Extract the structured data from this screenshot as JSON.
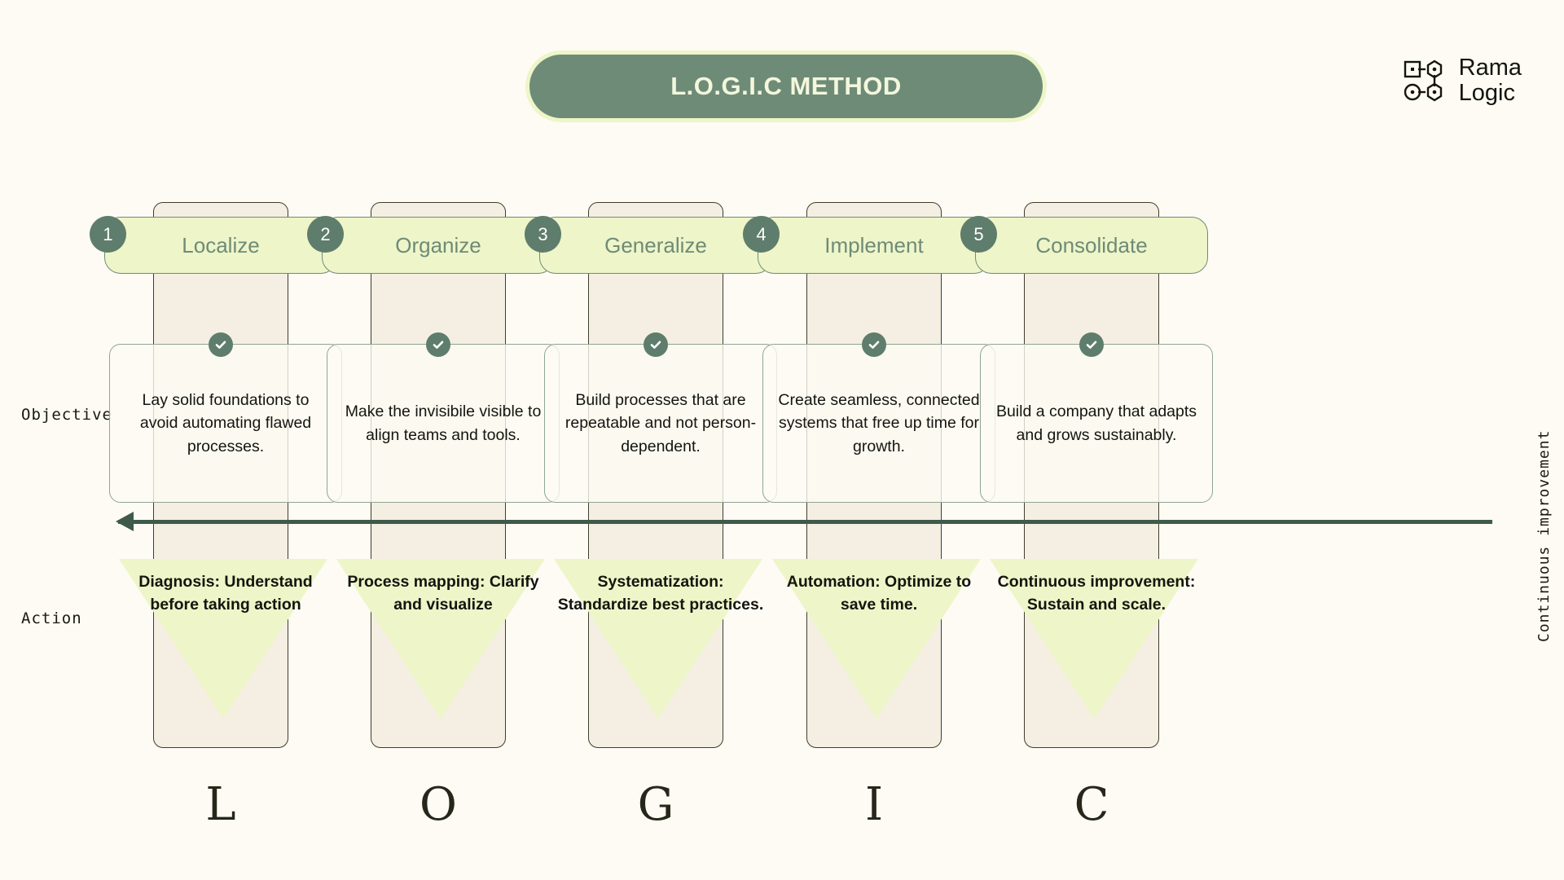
{
  "header": {
    "title": "L.O.G.I.C METHOD",
    "logo": {
      "line1": "Rama",
      "line2": "Logic",
      "icon": "node-graph-icon"
    }
  },
  "row_labels": {
    "objective": "Objective",
    "action": "Action"
  },
  "side_label": {
    "continuous_improvement": "Continuous improvement"
  },
  "colors": {
    "background": "#fdfbf4",
    "title_pill": "#6e8b78",
    "title_pill_border": "#eef5c8",
    "accent_green": "#5f7d6c",
    "accent_lime": "#eef5c8",
    "column_band": "#f5efe3",
    "card_border": "#8fa592",
    "arrow": "#3f5a4a",
    "text_dark": "#14150f"
  },
  "columns": [
    {
      "number": "1",
      "name": "Localize",
      "letter": "L",
      "objective": "Lay solid foundations to avoid automating flawed processes.",
      "action": "Diagnosis: Understand before taking action",
      "check": "check-icon"
    },
    {
      "number": "2",
      "name": "Organize",
      "letter": "O",
      "objective": "Make the invisibile visible to align teams and tools.",
      "action": "Process mapping: Clarify and visualize",
      "check": "check-icon"
    },
    {
      "number": "3",
      "name": "Generalize",
      "letter": "G",
      "objective": "Build processes that are repeatable and not person-dependent.",
      "action": "Systematization: Standardize best practices.",
      "check": "check-icon"
    },
    {
      "number": "4",
      "name": "Implement",
      "letter": "I",
      "objective": "Create seamless, connected systems that free up time for growth.",
      "action": "Automation: Optimize to save time.",
      "check": "check-icon"
    },
    {
      "number": "5",
      "name": "Consolidate",
      "letter": "C",
      "objective": "Build a company that adapts and grows sustainably.",
      "action": "Continuous improvement: Sustain and scale.",
      "check": "check-icon"
    }
  ]
}
